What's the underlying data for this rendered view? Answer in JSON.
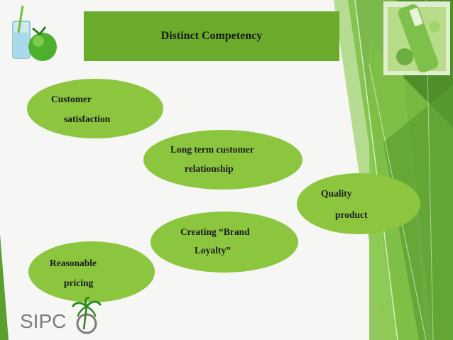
{
  "slide": {
    "title": "Distinct Competency",
    "items": [
      {
        "line1": "Customer",
        "line2": "satisfaction"
      },
      {
        "line1": "Long term customer",
        "line2": "relationship"
      },
      {
        "line1": "Quality",
        "line2": "product"
      },
      {
        "line1": "Creating “Brand",
        "line2": "Loyalty”"
      },
      {
        "line1": "Reasonable",
        "line2": "pricing"
      }
    ],
    "logo_text": "SIPC",
    "colors": {
      "title_bg": "#6aab2c",
      "oval_fill": "#8cc63f",
      "accent_dark": "#3f7d1e"
    }
  }
}
